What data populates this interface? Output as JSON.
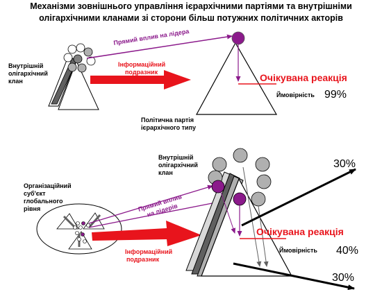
{
  "title": {
    "line1": "Механізми зовнішнього управління ієрархічними партіями та внутрішніми",
    "line2": "олігархічними кланами   зі сторони більш потужних  політичних акторів"
  },
  "top": {
    "clan_label": [
      "Внутрішній",
      "олігархічний",
      "клан"
    ],
    "direct_influence": "Прямий вплив  на лідера",
    "info_pressure": [
      "Інформаційний",
      "подразник"
    ],
    "expected_reaction": "Очікувана реакція",
    "probability_label": "Ймовірність",
    "probability_value": "99%",
    "party_label": [
      "Політична партія",
      "ієрархічного типу"
    ]
  },
  "bottom": {
    "global_actor_label": [
      "Організаційний",
      "суб'єкт",
      "глобального",
      "рівня"
    ],
    "clan_label": [
      "Внутрішній",
      "олігархічний",
      "клан"
    ],
    "direct_influence": [
      "Прямий вплив",
      "на лідерів"
    ],
    "info_pressure": [
      "Інформаційний",
      "подразник"
    ],
    "expected_reaction": "Очікувана реакція",
    "probability_label": "Ймовірність",
    "probability_value": "40%",
    "upper_branch_value": "30%",
    "lower_branch_value": "30%"
  },
  "colors": {
    "red": "#e8141c",
    "purple": "#8b1a8b",
    "dark_grey": "#606060",
    "light_grey": "#b0b0b0",
    "black": "#000000"
  }
}
